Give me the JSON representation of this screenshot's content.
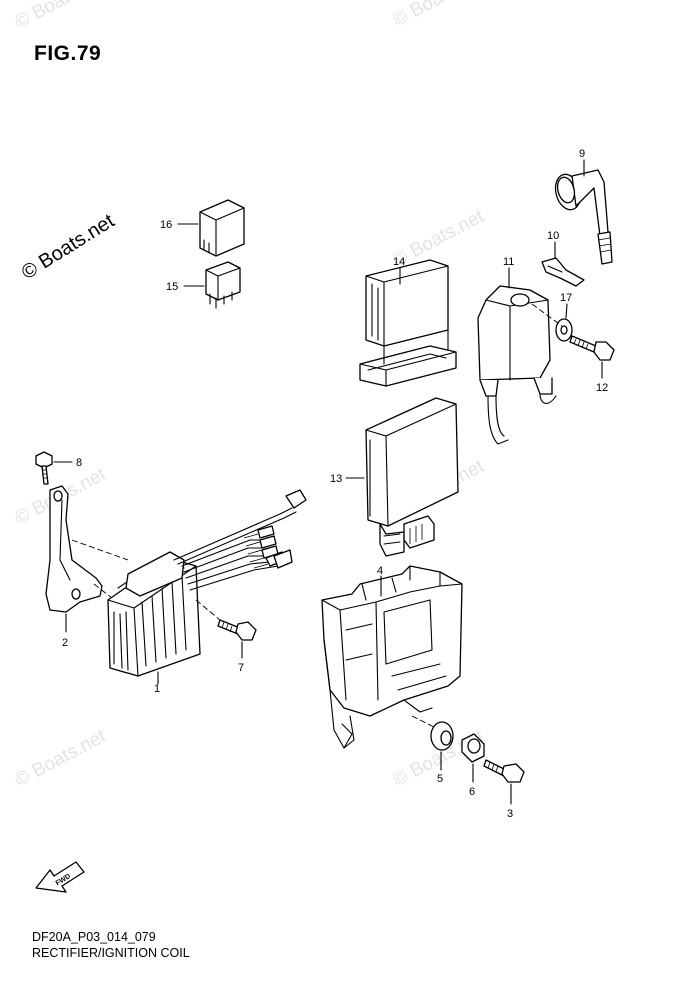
{
  "figure": {
    "title": "FIG.79"
  },
  "footer": {
    "code": "DF20A_P03_014_079",
    "caption": "RECTIFIER/IGNITION COIL"
  },
  "watermark": {
    "text": "© Boats.net"
  },
  "fwd_label": "FWD",
  "callouts": {
    "c1": "1",
    "c2": "2",
    "c3": "3",
    "c4": "4",
    "c5": "5",
    "c6": "6",
    "c7": "7",
    "c8": "8",
    "c9": "9",
    "c10": "10",
    "c11": "11",
    "c12": "12",
    "c13": "13",
    "c14": "14",
    "c15": "15",
    "c16": "16",
    "c17": "17"
  }
}
